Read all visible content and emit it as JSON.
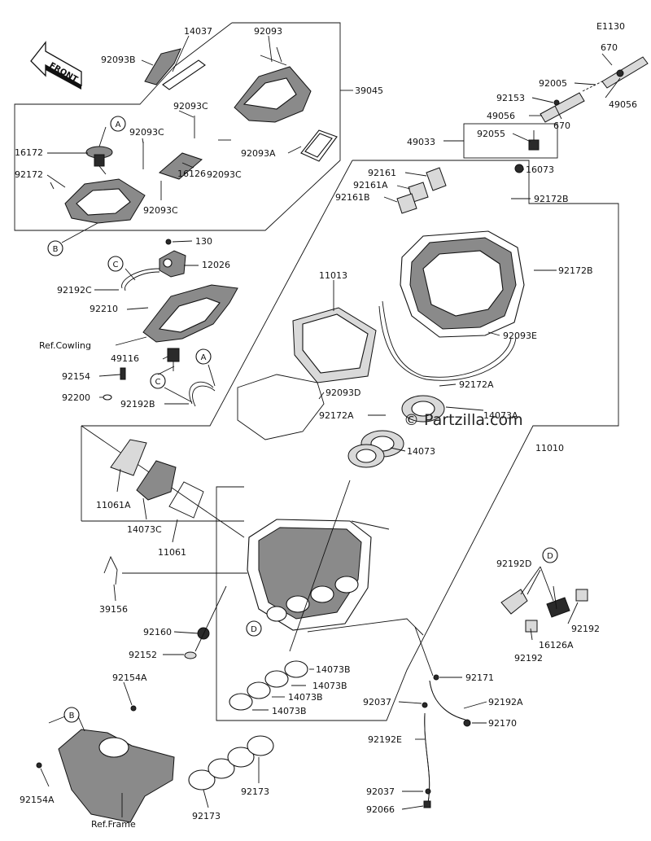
{
  "diagram_code": "E1130",
  "front_label": "FRONT",
  "watermark": "© Partzilla.com",
  "callout_letters": [
    "A",
    "A",
    "B",
    "B",
    "C",
    "C",
    "D",
    "D"
  ],
  "labels": [
    "14037",
    "92093",
    "92093B",
    "39045",
    "92093C",
    "92093C",
    "16172",
    "92093C",
    "92172",
    "16126",
    "92093C",
    "92093A",
    "130",
    "12026",
    "92192C",
    "92210",
    "Ref.Cowling",
    "49116",
    "92154",
    "92200",
    "92192B",
    "670",
    "670",
    "92005",
    "49056",
    "92153",
    "49056",
    "92055",
    "49033",
    "16073",
    "92161",
    "92161A",
    "92161B",
    "92172B",
    "92172B",
    "11013",
    "92093E",
    "92172A",
    "92093D",
    "92172A",
    "14073A",
    "14073",
    "11010",
    "11061A",
    "14073C",
    "11061",
    "39156",
    "92160",
    "92152",
    "14073B",
    "14073B",
    "14073B",
    "14073B",
    "92171",
    "92037",
    "92192A",
    "92170",
    "92192E",
    "92037",
    "92066",
    "92192D",
    "16126A",
    "92192",
    "92192",
    "92154A",
    "92154A",
    "Ref.Frame",
    "92173",
    "92173"
  ]
}
